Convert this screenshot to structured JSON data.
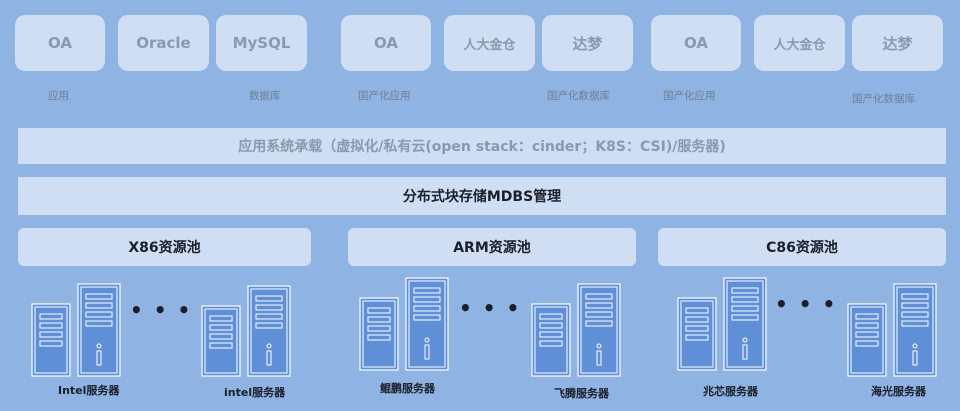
{
  "apps": [
    "OA",
    "Oracle",
    "MySQL",
    "OA",
    "人大金仓",
    "达梦",
    "OA",
    "人大金仓",
    "达梦"
  ],
  "captions": [
    "应用",
    "数据库",
    "国产化应用",
    "国产化数据库",
    "国产化应用",
    "国产化数据库"
  ],
  "layers": {
    "app_hosting": "应用系统承载（虚拟化/私有云(open stack：cinder；K8S：CSI)/服务器)",
    "storage": "分布式块存储MDBS管理"
  },
  "pools": [
    "X86资源池",
    "ARM资源池",
    "C86资源池"
  ],
  "ellipsis": "• • •",
  "servers": [
    "Intel服务器",
    "intel服务器",
    "鲲鹏服务器",
    "飞腾服务器",
    "兆芯服务器",
    "海光服务器"
  ],
  "colors": {
    "background": "#8fb3e2",
    "panel": "#cfdef3",
    "server_fill": "#5f8fd6",
    "server_line": "#ffffff"
  }
}
